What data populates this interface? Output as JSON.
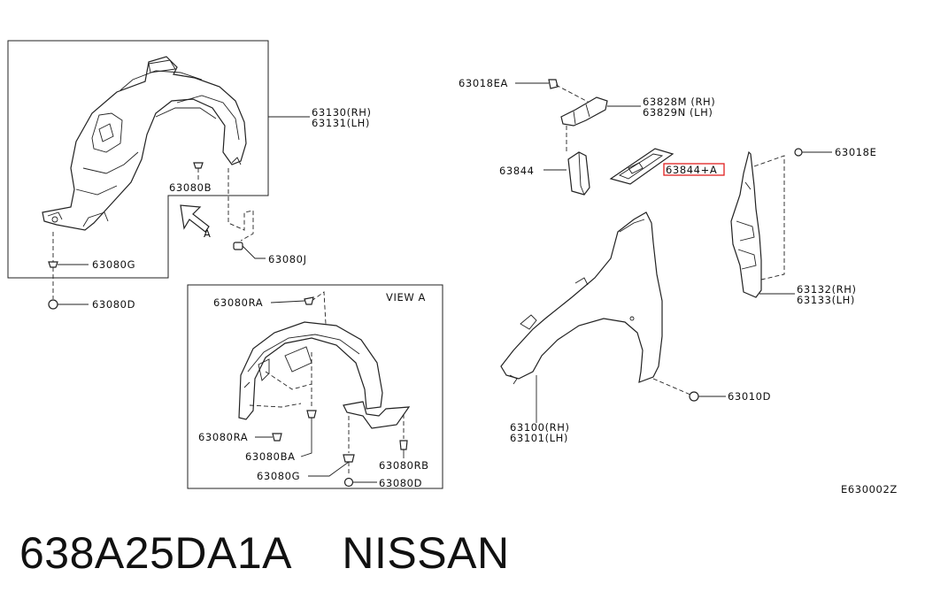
{
  "diagram": {
    "code": "E630002Z",
    "view_label": "VIEW A",
    "arrow_letter": "A",
    "highlight_color": "#e02020",
    "labels": {
      "l_63130": "63130(RH)",
      "l_63131": "63131(LH)",
      "l_63080b": "63080B",
      "l_63080g": "63080G",
      "l_63080j": "63080J",
      "l_63080d": "63080D",
      "l_63018ea": "63018EA",
      "l_63828m": "63828M (RH)",
      "l_63829n": "63829N (LH)",
      "l_63844": "63844",
      "l_63844a": "63844+A",
      "l_63018e": "63018E",
      "l_63132": "63132(RH)",
      "l_63133": "63133(LH)",
      "l_63100": "63100(RH)",
      "l_63101": "63101(LH)",
      "l_63010d": "63010D",
      "v_63080ra_top": "63080RA",
      "v_63080ra_bot": "63080RA",
      "v_63080ba": "63080BA",
      "v_63080g": "63080G",
      "v_63080rb": "63080RB",
      "v_63080d": "63080D"
    }
  },
  "caption": {
    "part_number": "638A25DA1A",
    "brand": "NISSAN"
  }
}
